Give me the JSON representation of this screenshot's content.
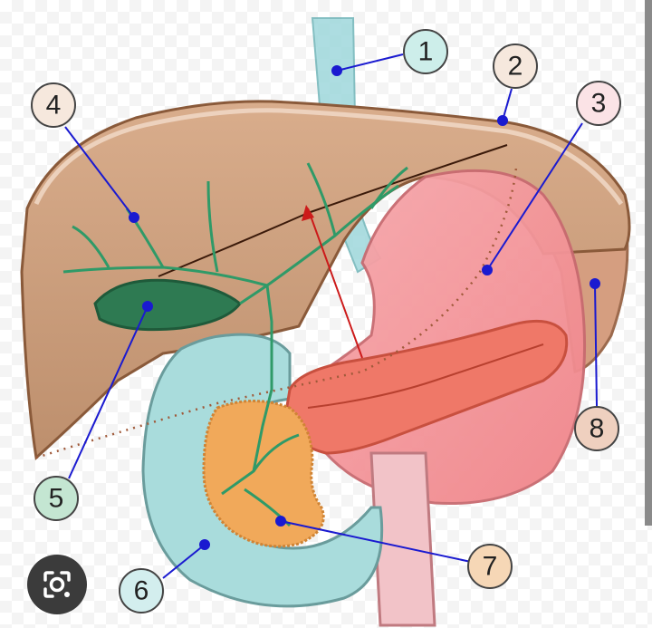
{
  "labels": [
    {
      "id": "1",
      "text": "1",
      "fill": "#cdeeea"
    },
    {
      "id": "2",
      "text": "2",
      "fill": "#f6e8dd"
    },
    {
      "id": "3",
      "text": "3",
      "fill": "#fbe3e6"
    },
    {
      "id": "4",
      "text": "4",
      "fill": "#f6e8dd"
    },
    {
      "id": "5",
      "text": "5",
      "fill": "#c4e6d2"
    },
    {
      "id": "6",
      "text": "6",
      "fill": "#d3eeee"
    },
    {
      "id": "7",
      "text": "7",
      "fill": "#f6d7b6"
    },
    {
      "id": "8",
      "text": "8",
      "fill": "#efd0bf"
    }
  ],
  "colors": {
    "liver": "#c49a78",
    "liver_edge": "#8a5a3a",
    "bile_ducts": "#2f9a68",
    "gallbladder": "#2e7a52",
    "stomach": "#f59a9e",
    "pancreas": "#ef7868",
    "duodenum": "#a9dcdc",
    "esophagus": "#9fd8dc",
    "pancreas_head": "#f1a95a",
    "leader_line": "#1a1ad0",
    "arrow": "#cc1a1a",
    "spleen": "#d59e80"
  },
  "lens_icon": "google-lens-icon"
}
